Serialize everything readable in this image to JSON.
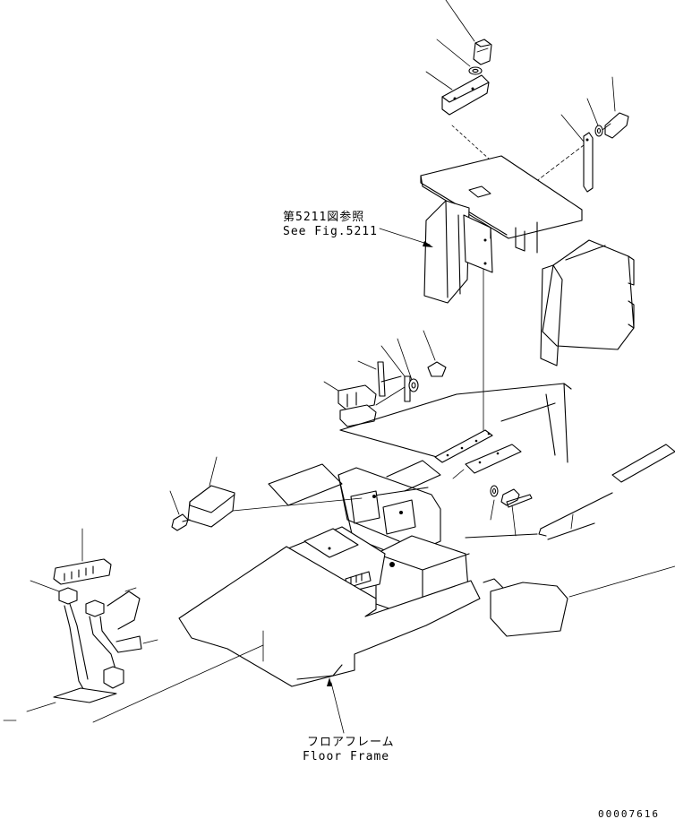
{
  "callouts": {
    "see_fig_jp": "第5211図参照",
    "see_fig_en": "See Fig.5211",
    "floor_frame_jp": "フロアフレーム",
    "floor_frame_en": "Floor Frame"
  },
  "document_number": "00007616"
}
